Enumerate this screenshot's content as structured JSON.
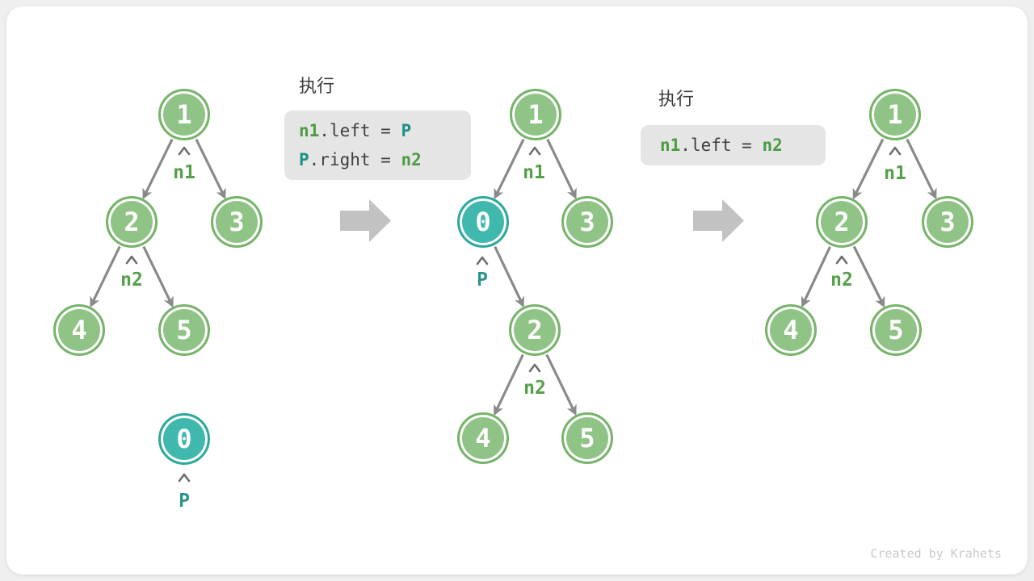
{
  "colors": {
    "node_green": "#90c487",
    "node_green_border": "#77b46a",
    "node_teal": "#41b8ad",
    "node_teal_border": "#2fa99e",
    "label_green": "#55a04a",
    "label_teal": "#2b948a",
    "code_green": "#4d9b44",
    "code_teal": "#1f8f87",
    "code_text": "#3f3f3f",
    "code_bg": "#e5e5e5",
    "edge_gray": "#8a8a8a",
    "big_arrow_gray": "#c2c2c2",
    "footer_gray": "#c9c9c9"
  },
  "code_blocks": [
    {
      "heading": "执行",
      "lines": [
        [
          {
            "text": "n1",
            "color": "green"
          },
          {
            "text": ".left = ",
            "color": "plain"
          },
          {
            "text": "P",
            "color": "teal"
          }
        ],
        [
          {
            "text": "P",
            "color": "teal"
          },
          {
            "text": ".right = ",
            "color": "plain"
          },
          {
            "text": "n2",
            "color": "green"
          }
        ]
      ]
    },
    {
      "heading": "执行",
      "lines": [
        [
          {
            "text": "n1",
            "color": "green"
          },
          {
            "text": ".left = ",
            "color": "plain"
          },
          {
            "text": "n2",
            "color": "green"
          }
        ]
      ]
    }
  ],
  "trees": [
    {
      "name": "initial-tree",
      "nodes": [
        "1",
        "2",
        "3",
        "4",
        "5"
      ],
      "pointers": {
        "n1": "n1",
        "n2": "n2"
      },
      "floating": {
        "value": "0",
        "pointer": "P"
      }
    },
    {
      "name": "tree-with-inserted-node",
      "nodes": [
        "1",
        "0",
        "3",
        "2",
        "4",
        "5"
      ],
      "pointers": {
        "n1": "n1",
        "p": "P",
        "n2": "n2"
      }
    },
    {
      "name": "tree-after-removal",
      "nodes": [
        "1",
        "2",
        "3",
        "4",
        "5"
      ],
      "pointers": {
        "n1": "n1",
        "n2": "n2"
      }
    }
  ],
  "footer": "Created by Krahets"
}
